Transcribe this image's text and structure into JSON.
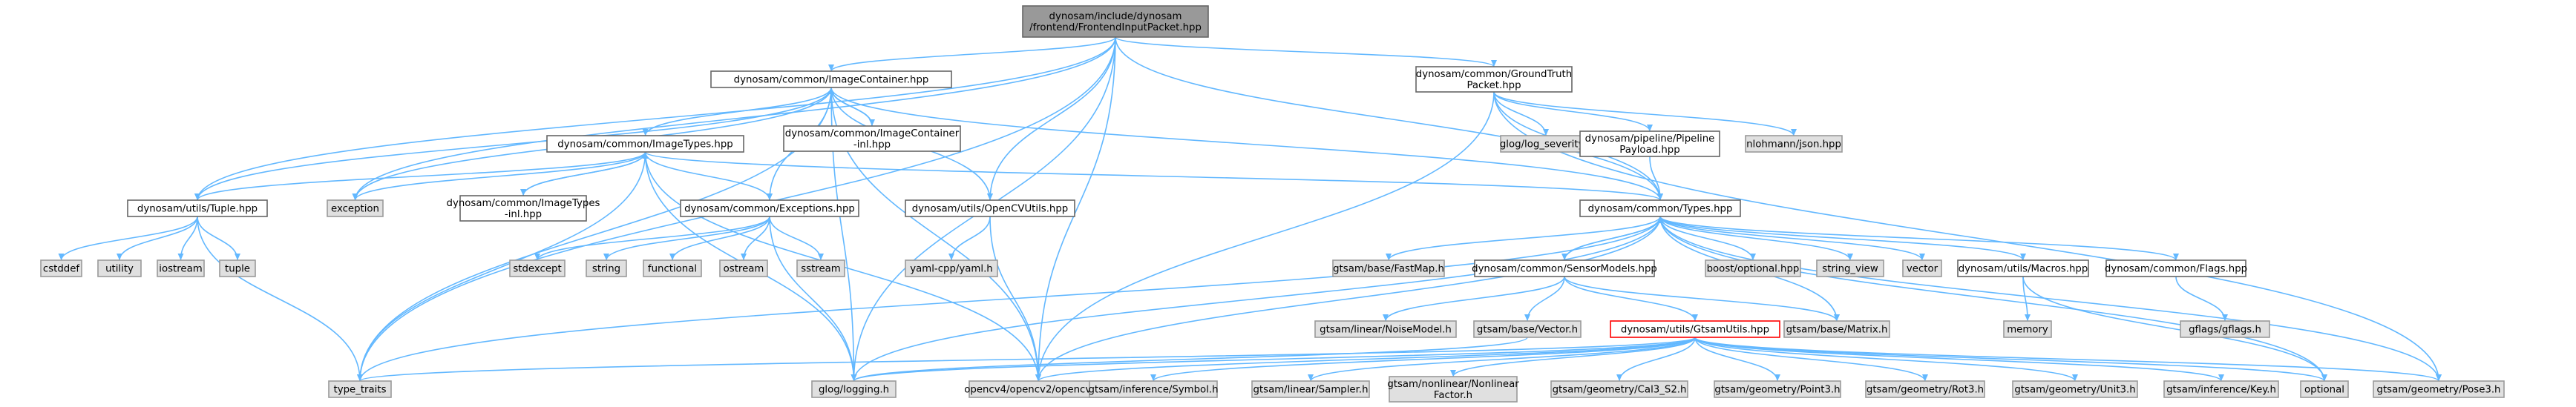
{
  "diagram": {
    "type": "include-dependency-graph",
    "colors": {
      "root_fill": "#999999",
      "root_stroke": "#666666",
      "file_fill": "#ffffff",
      "file_stroke": "#666666",
      "system_fill": "#e0e0e0",
      "system_stroke": "#999999",
      "error_stroke": "#ff0000",
      "edge": "#63b8ff"
    },
    "nodes": [
      {
        "id": "root",
        "lines": [
          "dynosam/include/dynosam",
          "/frontend/FrontendInputPacket.hpp"
        ],
        "style": "root"
      },
      {
        "id": "imgcont",
        "lines": [
          "dynosam/common/ImageContainer.hpp"
        ],
        "style": "file"
      },
      {
        "id": "gtpacket",
        "lines": [
          "dynosam/common/GroundTruth",
          "Packet.hpp"
        ],
        "style": "file"
      },
      {
        "id": "imgcontinl",
        "lines": [
          "dynosam/common/ImageContainer",
          "-inl.hpp"
        ],
        "style": "file"
      },
      {
        "id": "imgtypes",
        "lines": [
          "dynosam/common/ImageTypes.hpp"
        ],
        "style": "file"
      },
      {
        "id": "logsev",
        "lines": [
          "glog/log_severity.h"
        ],
        "style": "system"
      },
      {
        "id": "pipepayload",
        "lines": [
          "dynosam/pipeline/Pipeline",
          "Payload.hpp"
        ],
        "style": "file"
      },
      {
        "id": "json",
        "lines": [
          "nlohmann/json.hpp"
        ],
        "style": "system"
      },
      {
        "id": "tuple",
        "lines": [
          "dynosam/utils/Tuple.hpp"
        ],
        "style": "file"
      },
      {
        "id": "exception",
        "lines": [
          "exception"
        ],
        "style": "system"
      },
      {
        "id": "imgtypesinl",
        "lines": [
          "dynosam/common/ImageTypes",
          "-inl.hpp"
        ],
        "style": "file"
      },
      {
        "id": "exceptions",
        "lines": [
          "dynosam/common/Exceptions.hpp"
        ],
        "style": "file"
      },
      {
        "id": "opencvutils",
        "lines": [
          "dynosam/utils/OpenCVUtils.hpp"
        ],
        "style": "file"
      },
      {
        "id": "types",
        "lines": [
          "dynosam/common/Types.hpp"
        ],
        "style": "file"
      },
      {
        "id": "cstddef",
        "lines": [
          "cstddef"
        ],
        "style": "system"
      },
      {
        "id": "utility",
        "lines": [
          "utility"
        ],
        "style": "system"
      },
      {
        "id": "iostream",
        "lines": [
          "iostream"
        ],
        "style": "system"
      },
      {
        "id": "tuplestd",
        "lines": [
          "tuple"
        ],
        "style": "system"
      },
      {
        "id": "stdexcept",
        "lines": [
          "stdexcept"
        ],
        "style": "system"
      },
      {
        "id": "string",
        "lines": [
          "string"
        ],
        "style": "system"
      },
      {
        "id": "functional",
        "lines": [
          "functional"
        ],
        "style": "system"
      },
      {
        "id": "ostream",
        "lines": [
          "ostream"
        ],
        "style": "system"
      },
      {
        "id": "sstream",
        "lines": [
          "sstream"
        ],
        "style": "system"
      },
      {
        "id": "yaml",
        "lines": [
          "yaml-cpp/yaml.h"
        ],
        "style": "system"
      },
      {
        "id": "fastmap",
        "lines": [
          "gtsam/base/FastMap.h"
        ],
        "style": "system"
      },
      {
        "id": "sensormodels",
        "lines": [
          "dynosam/common/SensorModels.hpp"
        ],
        "style": "file"
      },
      {
        "id": "boostopt",
        "lines": [
          "boost/optional.hpp"
        ],
        "style": "system"
      },
      {
        "id": "stringview",
        "lines": [
          "string_view"
        ],
        "style": "system"
      },
      {
        "id": "vector",
        "lines": [
          "vector"
        ],
        "style": "system"
      },
      {
        "id": "macros",
        "lines": [
          "dynosam/utils/Macros.hpp"
        ],
        "style": "file"
      },
      {
        "id": "flags",
        "lines": [
          "dynosam/common/Flags.hpp"
        ],
        "style": "file"
      },
      {
        "id": "noisemodel",
        "lines": [
          "gtsam/linear/NoiseModel.h"
        ],
        "style": "system"
      },
      {
        "id": "vectorh",
        "lines": [
          "gtsam/base/Vector.h"
        ],
        "style": "system"
      },
      {
        "id": "gtsamutils",
        "lines": [
          "dynosam/utils/GtsamUtils.hpp"
        ],
        "style": "error"
      },
      {
        "id": "matrixh",
        "lines": [
          "gtsam/base/Matrix.h"
        ],
        "style": "system"
      },
      {
        "id": "memory",
        "lines": [
          "memory"
        ],
        "style": "system"
      },
      {
        "id": "gflags",
        "lines": [
          "gflags/gflags.h"
        ],
        "style": "system"
      },
      {
        "id": "typetraits",
        "lines": [
          "type_traits"
        ],
        "style": "system"
      },
      {
        "id": "glog",
        "lines": [
          "glog/logging.h"
        ],
        "style": "system"
      },
      {
        "id": "opencv",
        "lines": [
          "opencv4/opencv2/opencv.hpp"
        ],
        "style": "system"
      },
      {
        "id": "symbol",
        "lines": [
          "gtsam/inference/Symbol.h"
        ],
        "style": "system"
      },
      {
        "id": "sampler",
        "lines": [
          "gtsam/linear/Sampler.h"
        ],
        "style": "system"
      },
      {
        "id": "nlfactor",
        "lines": [
          "gtsam/nonlinear/Nonlinear",
          "Factor.h"
        ],
        "style": "system"
      },
      {
        "id": "cal3",
        "lines": [
          "gtsam/geometry/Cal3_S2.h"
        ],
        "style": "system"
      },
      {
        "id": "point3",
        "lines": [
          "gtsam/geometry/Point3.h"
        ],
        "style": "system"
      },
      {
        "id": "rot3",
        "lines": [
          "gtsam/geometry/Rot3.h"
        ],
        "style": "system"
      },
      {
        "id": "unit3",
        "lines": [
          "gtsam/geometry/Unit3.h"
        ],
        "style": "system"
      },
      {
        "id": "key",
        "lines": [
          "gtsam/inference/Key.h"
        ],
        "style": "system"
      },
      {
        "id": "optional",
        "lines": [
          "optional"
        ],
        "style": "system"
      },
      {
        "id": "pose3",
        "lines": [
          "gtsam/geometry/Pose3.h"
        ],
        "style": "system"
      }
    ],
    "edges": [
      [
        "root",
        "imgcont"
      ],
      [
        "root",
        "gtpacket"
      ],
      [
        "root",
        "tuple"
      ],
      [
        "root",
        "exception"
      ],
      [
        "root",
        "opencvutils"
      ],
      [
        "root",
        "types"
      ],
      [
        "root",
        "typetraits"
      ],
      [
        "root",
        "glog"
      ],
      [
        "root",
        "opencv"
      ],
      [
        "imgcont",
        "imgcontinl"
      ],
      [
        "imgcont",
        "imgtypes"
      ],
      [
        "imgcont",
        "exceptions"
      ],
      [
        "imgcont",
        "opencvutils"
      ],
      [
        "imgcont",
        "types"
      ],
      [
        "imgcont",
        "tuple"
      ],
      [
        "imgcont",
        "exception"
      ],
      [
        "imgcont",
        "typetraits"
      ],
      [
        "imgcont",
        "glog"
      ],
      [
        "imgcont",
        "opencv"
      ],
      [
        "imgcontinl",
        "imgcont"
      ],
      [
        "gtpacket",
        "logsev"
      ],
      [
        "gtpacket",
        "pipepayload"
      ],
      [
        "gtpacket",
        "json"
      ],
      [
        "gtpacket",
        "types"
      ],
      [
        "gtpacket",
        "opencv"
      ],
      [
        "gtpacket",
        "pose3"
      ],
      [
        "imgtypes",
        "imgtypesinl"
      ],
      [
        "imgtypes",
        "exceptions"
      ],
      [
        "imgtypes",
        "tuple"
      ],
      [
        "imgtypes",
        "exception"
      ],
      [
        "imgtypes",
        "types"
      ],
      [
        "imgtypes",
        "typetraits"
      ],
      [
        "imgtypes",
        "glog"
      ],
      [
        "imgtypes",
        "opencv"
      ],
      [
        "imgtypesinl",
        "imgtypes"
      ],
      [
        "pipepayload",
        "types"
      ],
      [
        "tuple",
        "cstddef"
      ],
      [
        "tuple",
        "utility"
      ],
      [
        "tuple",
        "iostream"
      ],
      [
        "tuple",
        "tuplestd"
      ],
      [
        "tuple",
        "typetraits"
      ],
      [
        "exceptions",
        "stdexcept"
      ],
      [
        "exceptions",
        "string"
      ],
      [
        "exceptions",
        "functional"
      ],
      [
        "exceptions",
        "ostream"
      ],
      [
        "exceptions",
        "sstream"
      ],
      [
        "exceptions",
        "glog"
      ],
      [
        "opencvutils",
        "yaml"
      ],
      [
        "opencvutils",
        "opencv"
      ],
      [
        "types",
        "fastmap"
      ],
      [
        "types",
        "sensormodels"
      ],
      [
        "types",
        "boostopt"
      ],
      [
        "types",
        "stringview"
      ],
      [
        "types",
        "vector"
      ],
      [
        "types",
        "macros"
      ],
      [
        "types",
        "flags"
      ],
      [
        "types",
        "matrixh"
      ],
      [
        "types",
        "pose3"
      ],
      [
        "types",
        "optional"
      ],
      [
        "types",
        "typetraits"
      ],
      [
        "types",
        "glog"
      ],
      [
        "types",
        "opencv"
      ],
      [
        "sensormodels",
        "types"
      ],
      [
        "sensormodels",
        "noisemodel"
      ],
      [
        "sensormodels",
        "vectorh"
      ],
      [
        "sensormodels",
        "gtsamutils"
      ],
      [
        "sensormodels",
        "matrixh"
      ],
      [
        "vectorh",
        "glog"
      ],
      [
        "gtsamutils",
        "typetraits"
      ],
      [
        "gtsamutils",
        "glog"
      ],
      [
        "gtsamutils",
        "opencv"
      ],
      [
        "gtsamutils",
        "symbol"
      ],
      [
        "gtsamutils",
        "sampler"
      ],
      [
        "gtsamutils",
        "nlfactor"
      ],
      [
        "gtsamutils",
        "cal3"
      ],
      [
        "gtsamutils",
        "point3"
      ],
      [
        "gtsamutils",
        "rot3"
      ],
      [
        "gtsamutils",
        "unit3"
      ],
      [
        "gtsamutils",
        "key"
      ],
      [
        "gtsamutils",
        "optional"
      ],
      [
        "gtsamutils",
        "pose3"
      ],
      [
        "macros",
        "memory"
      ],
      [
        "macros",
        "optional"
      ],
      [
        "flags",
        "gflags"
      ]
    ]
  }
}
